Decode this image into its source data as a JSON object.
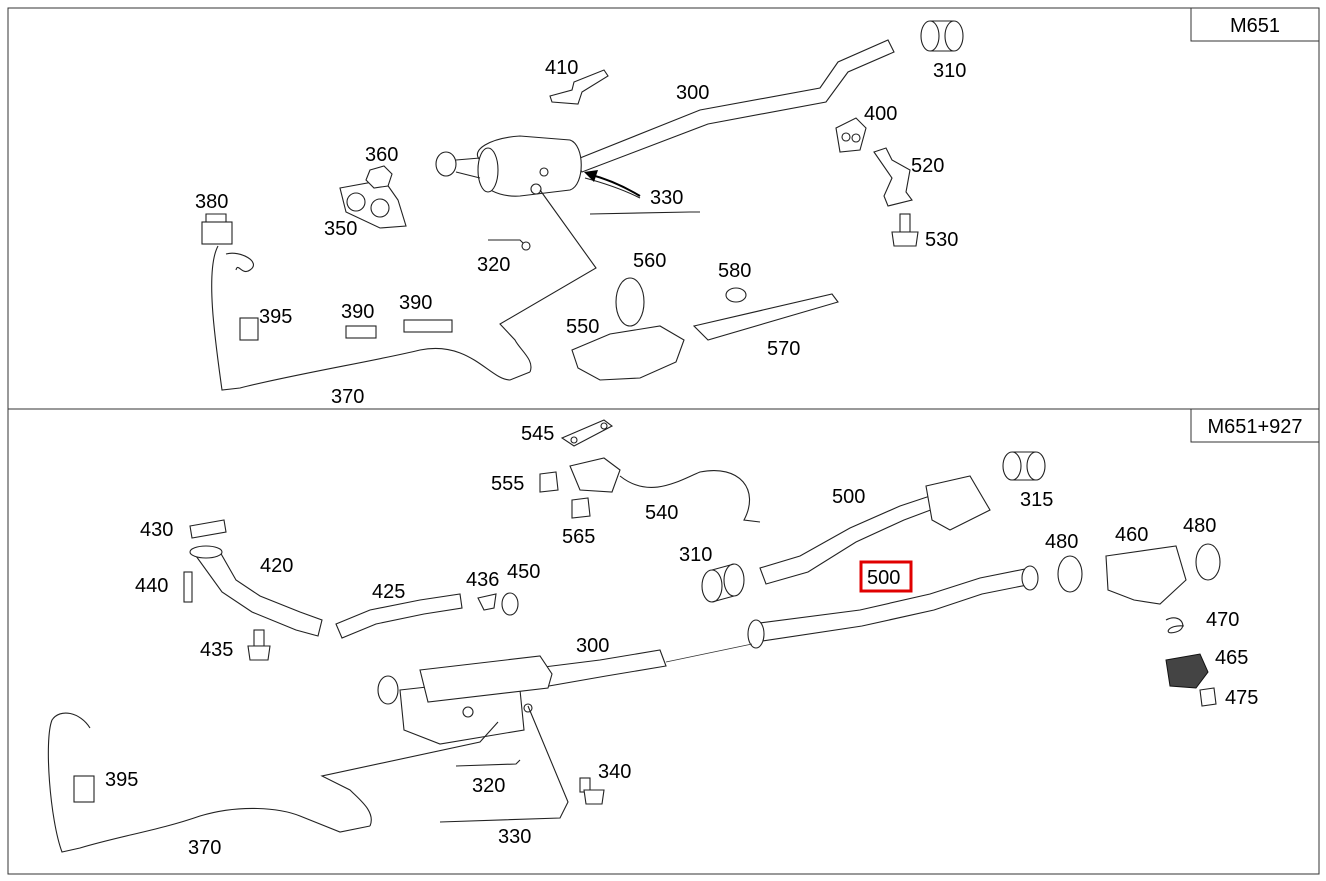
{
  "sections": [
    {
      "model": "M651"
    },
    {
      "model": "M651+927"
    }
  ],
  "highlight": {
    "part": "500",
    "color": "#e00000"
  },
  "labels": {
    "top": [
      "410",
      "300",
      "310",
      "400",
      "520",
      "360",
      "330",
      "380",
      "350",
      "530",
      "320",
      "560",
      "580",
      "395",
      "390",
      "390",
      "550",
      "570",
      "370"
    ],
    "bottom": [
      "545",
      "555",
      "540",
      "565",
      "500",
      "315",
      "430",
      "420",
      "310",
      "480",
      "460",
      "480",
      "440",
      "425",
      "436",
      "450",
      "500",
      "470",
      "435",
      "300",
      "465",
      "475",
      "395",
      "340",
      "320",
      "370",
      "330"
    ]
  }
}
